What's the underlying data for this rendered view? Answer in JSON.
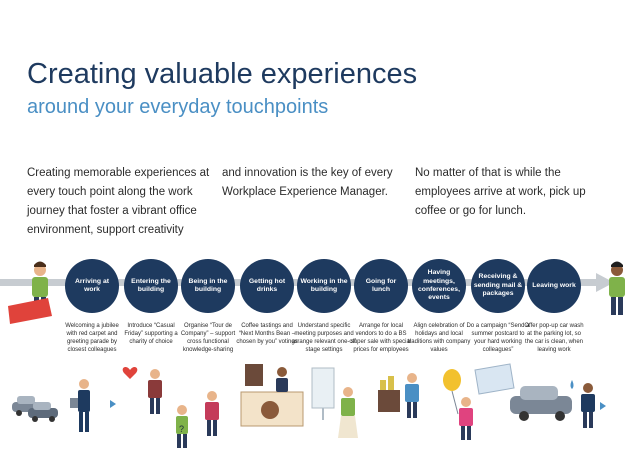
{
  "title": {
    "line1": "Creating valuable experiences",
    "line2": "around your everyday touchpoints"
  },
  "paragraphs": [
    "Creating memorable experiences at every touch point along the work journey that foster a vibrant office environment, support creativity",
    "and innovation is the key of every Workplace Experience Manager.",
    "No matter of that is while the employees arrive at work, pick up coffee or go for lunch."
  ],
  "stages": [
    {
      "label": "Arriving at work",
      "description": "Welcoming a jubilee with red carpet and greeting parade by closest colleagues"
    },
    {
      "label": "Entering the building",
      "description": "Introduce “Casual Friday” supporting a charity of choice"
    },
    {
      "label": "Being in the building",
      "description": "Organise “Tour de Company” – support cross functional knowledge-sharing"
    },
    {
      "label": "Getting hot drinks",
      "description": "Coffee tastings and “Next Months Bean – chosen by you” votings"
    },
    {
      "label": "Working in the building",
      "description": "Understand specific meeting purposes and arrange relevant one-off stage settings"
    },
    {
      "label": "Going for lunch",
      "description": "Arrange for local vendors to do a BS super sale with special prices for employees"
    },
    {
      "label": "Having meetings, conferences, events",
      "description": "Align celebration of holidays and local traditions with company values"
    },
    {
      "label": "Receiving & sending mail & packages",
      "description": "Do a campaign “Send a summer postcard to your hard working colleagues”"
    },
    {
      "label": "Leaving work",
      "description": "Offer pop-up car wash at the parking lot, so the car is clean, when leaving work"
    }
  ],
  "colors": {
    "navy": "#1e3a5f",
    "accent_blue": "#4a8fc4",
    "timeline_gray": "#c7ccd1",
    "red_carpet": "#e0433b",
    "skin": "#e8b48a",
    "dark_skin": "#8a5a3a"
  },
  "icons": [
    "person-figure",
    "red-carpet",
    "car-icon",
    "heart-icon",
    "coffee-counter",
    "whiteboard-icon",
    "food-stall",
    "balloon-icon",
    "postcard-icon",
    "water-drop-icon"
  ]
}
